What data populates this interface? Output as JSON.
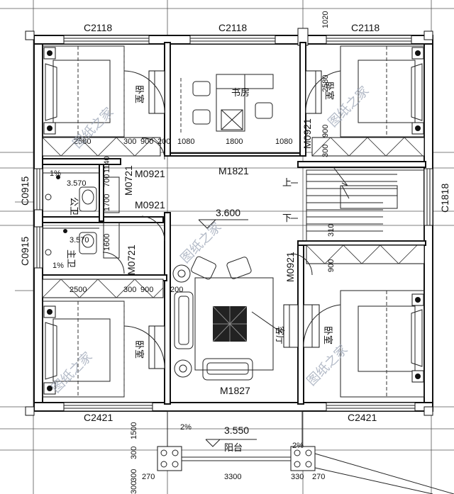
{
  "window_labels": {
    "top_left": "C2118",
    "top_mid": "C2118",
    "top_right": "C2118",
    "left_upper": "C0915",
    "left_lower": "C0915",
    "right_stair": "C1818",
    "bottom_left": "C2421",
    "bottom_right": "C2421"
  },
  "door_labels": {
    "study_door": "M1821",
    "living_door": "M1827",
    "bath1_door": "M0921",
    "bath2_door": "M0921",
    "bath_side_door1": "M0721",
    "bath_side_door2": "M0721",
    "bed_right_top_door": "M0921",
    "bed_right_bot_door": "M0921"
  },
  "rooms": {
    "study": "书房",
    "bed_tl": "卧室",
    "bed_tr": "卧室",
    "bed_bl": "卧室",
    "bed_br": "卧室",
    "bath_upper": "公卫",
    "bath_lower": "主卫",
    "living": "客厅",
    "balcony": "阳台",
    "stair_up": "上",
    "stair_down": "下"
  },
  "levels": {
    "floor": "3.600",
    "balcony": "3.550",
    "bath_upper": "3.570",
    "bath_lower": "3.570"
  },
  "slopes": {
    "bath_upper": "1%",
    "bath_lower": "1%",
    "balcony_left": "2%",
    "balcony_right": "2%"
  },
  "dimensions": {
    "top_1020": "1020",
    "d2580": "2580",
    "d300a": "300",
    "d900a": "900",
    "d200a": "200",
    "d1080a": "1080",
    "d1800": "1800",
    "d1080b": "1080",
    "d2580b": "2580",
    "d900b": "900",
    "d300b": "300",
    "d700": "700",
    "d1140": "1140",
    "d1600": "1600",
    "d1700": "1700",
    "d310": "310",
    "d900c": "900",
    "d2500": "2500",
    "d300c": "300",
    "d900d": "900",
    "d200b": "200",
    "d1500": "1500",
    "d300d": "300",
    "d300e": "300",
    "d270a": "270",
    "d3300": "3300",
    "d330": "330",
    "d270b": "270",
    "d300f": "300"
  },
  "watermark": "图纸之家"
}
